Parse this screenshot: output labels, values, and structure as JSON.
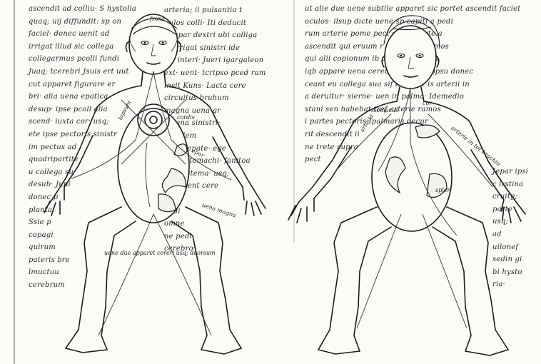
{
  "manuscript": {
    "left_column_lines": [
      "ascendit ad colliu· S hystolia",
      "quaq; uij diffundit: sp on",
      "faciel· donec uenit ad",
      "irrigat illud sic collega",
      "collegarmus pcolli fundi",
      "Juaq; tcerebri Jsuis ert uut",
      "cut apparet figurare er",
      "bri· alia uena epatica",
      "desup· ipse pcoll alia",
      "scend· iuxta cor· usq;",
      "ete ipse pectoris sinistr",
      "im pectus ad",
      "quadripartite",
      "u collega su",
      "desub· Juni",
      "donec p",
      "planta",
      "Ssie p",
      "copagi",
      "quirum",
      "pateris bre",
      "lmuctuu",
      "cerebrum"
    ],
    "middle_column_lines": [
      "arteria; ii pulsantia t",
      "dulos colli· Iti deducit",
      "tympar dextri ubi colliga",
      "ei irrigat sinistri ide",
      "tar interi· Jueri igargaleon",
      "ext· uent· tcripso pced ram",
      "insit Kuns· Lacta cere",
      "circuitus bruhum",
      "magna uena gr",
      "magna sinistri·",
      "he· idem",
      "eu de epate· ege",
      "epat· stomachi· fanitoa",
      "sup cistema· usq;",
      "g eu uent cere",
      "uenit",
      "pedi",
      "omne",
      "ne pedi",
      "cerebro·"
    ],
    "right_column_lines": [
      "ut alie due uene subtile apparet sic portet ascendit faciet",
      "oculos· ilsup dicte uene sp capiti a pedi",
      "rum arterie pome pect erutit parte a",
      "ascendit qui eruum r · a habent ramos",
      "qui alii copionum ib arterii et supra",
      "iqb appare uena cereb descendit ppsu donec",
      "ceant eu collega sua sif cetonde is arterii in",
      "a deruitur· sierne· uen in palma· Idemedio",
      "stani sen habebat tref arterie ramos",
      "i partes pectoris Ipalmaris decur",
      "rit descendit ii",
      "ne trete supra",
      "pect"
    ],
    "far_right_lines": [
      "Jepar ipsi",
      "c irstina",
      "cruitg;",
      "parte",
      "usq;",
      "ad",
      "uilonef",
      "sedin gi",
      "bi hysto",
      "ria·"
    ],
    "figure_labels": {
      "frons": "frons",
      "lapsum": "lapsum",
      "cordis": "cordis",
      "epar": "epar",
      "uena_magna": "uena magna",
      "spinalis": "splen",
      "diaphragma": "uene due apparet cereri usq; deorsum",
      "arteria": "arteria",
      "stomachus": "stomacus",
      "cor": "cor",
      "splen": "splen",
      "arterie_iliace": "arterie in tot brachio"
    }
  }
}
